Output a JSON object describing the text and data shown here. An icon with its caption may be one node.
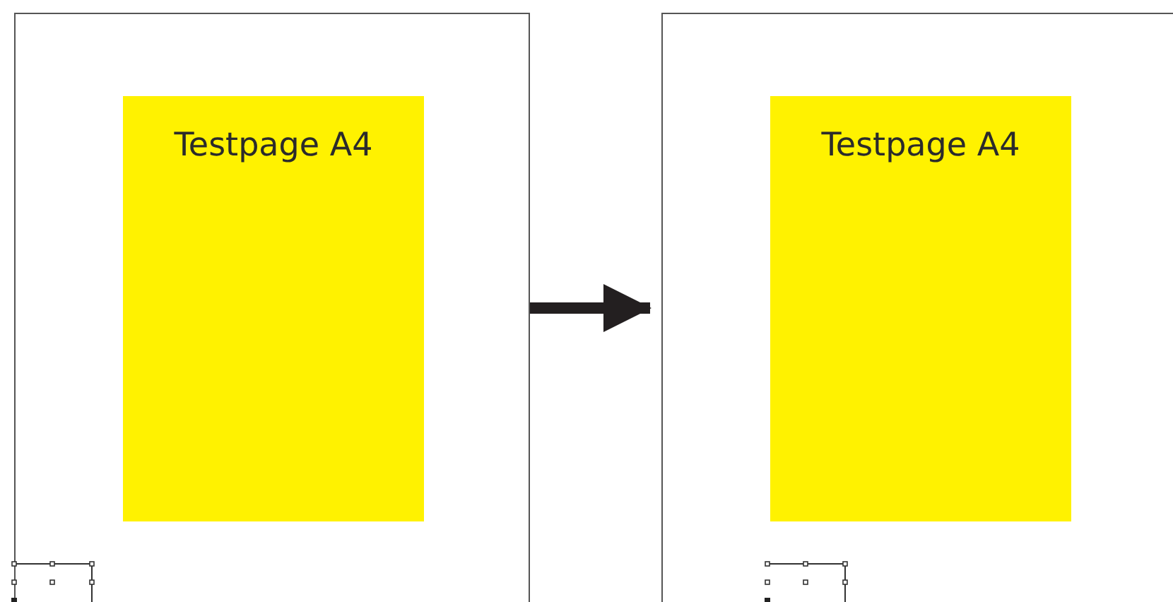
{
  "diagram": {
    "nodes": [
      {
        "text": [],
        "shape": "box"
      },
      {
        "text": [
          "Testpage A4"
        ],
        "in": 0
      },
      {
        "text": [],
        "shape": "box"
      },
      {
        "text": [
          "Testpage A4"
        ],
        "in": 2
      }
    ],
    "edges": [
      {
        "from": 0,
        "to": 2,
        "arrow": "to"
      }
    ]
  }
}
